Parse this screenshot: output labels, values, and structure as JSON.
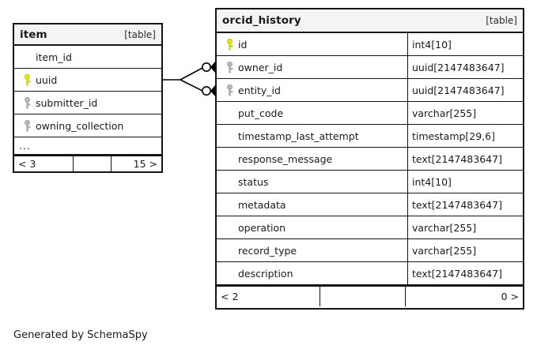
{
  "diagram": {
    "credit": "Generated by SchemaSpy",
    "key_legend": {
      "primary_key_color": "#e8e800",
      "foreign_key_color": "#b0b0b0"
    }
  },
  "tables": [
    {
      "id": "item",
      "title": "item",
      "tag": "[table]",
      "shows_types": false,
      "columns": [
        {
          "name": "item_id",
          "key": "none",
          "type": ""
        },
        {
          "name": "uuid",
          "key": "primary",
          "type": ""
        },
        {
          "name": "submitter_id",
          "key": "foreign",
          "type": ""
        },
        {
          "name": "owning_collection",
          "key": "foreign",
          "type": ""
        }
      ],
      "ellipsis": "...",
      "footer": {
        "left": "< 3",
        "middle": "",
        "right": "15 >"
      }
    },
    {
      "id": "orcid_history",
      "title": "orcid_history",
      "tag": "[table]",
      "shows_types": true,
      "columns": [
        {
          "name": "id",
          "key": "primary",
          "type": "int4[10]"
        },
        {
          "name": "owner_id",
          "key": "foreign",
          "type": "uuid[2147483647]"
        },
        {
          "name": "entity_id",
          "key": "foreign",
          "type": "uuid[2147483647]"
        },
        {
          "name": "put_code",
          "key": "none",
          "type": "varchar[255]"
        },
        {
          "name": "timestamp_last_attempt",
          "key": "none",
          "type": "timestamp[29,6]"
        },
        {
          "name": "response_message",
          "key": "none",
          "type": "text[2147483647]"
        },
        {
          "name": "status",
          "key": "none",
          "type": "int4[10]"
        },
        {
          "name": "metadata",
          "key": "none",
          "type": "text[2147483647]"
        },
        {
          "name": "operation",
          "key": "none",
          "type": "varchar[255]"
        },
        {
          "name": "record_type",
          "key": "none",
          "type": "varchar[255]"
        },
        {
          "name": "description",
          "key": "none",
          "type": "text[2147483647]"
        }
      ],
      "footer": {
        "left": "< 2",
        "middle": "",
        "right": "0 >"
      }
    }
  ],
  "relationships": [
    {
      "from_table": "item",
      "from_column": "uuid",
      "to_table": "orcid_history",
      "to_column": "owner_id",
      "optional": true
    },
    {
      "from_table": "item",
      "from_column": "uuid",
      "to_table": "orcid_history",
      "to_column": "entity_id",
      "optional": true
    }
  ]
}
